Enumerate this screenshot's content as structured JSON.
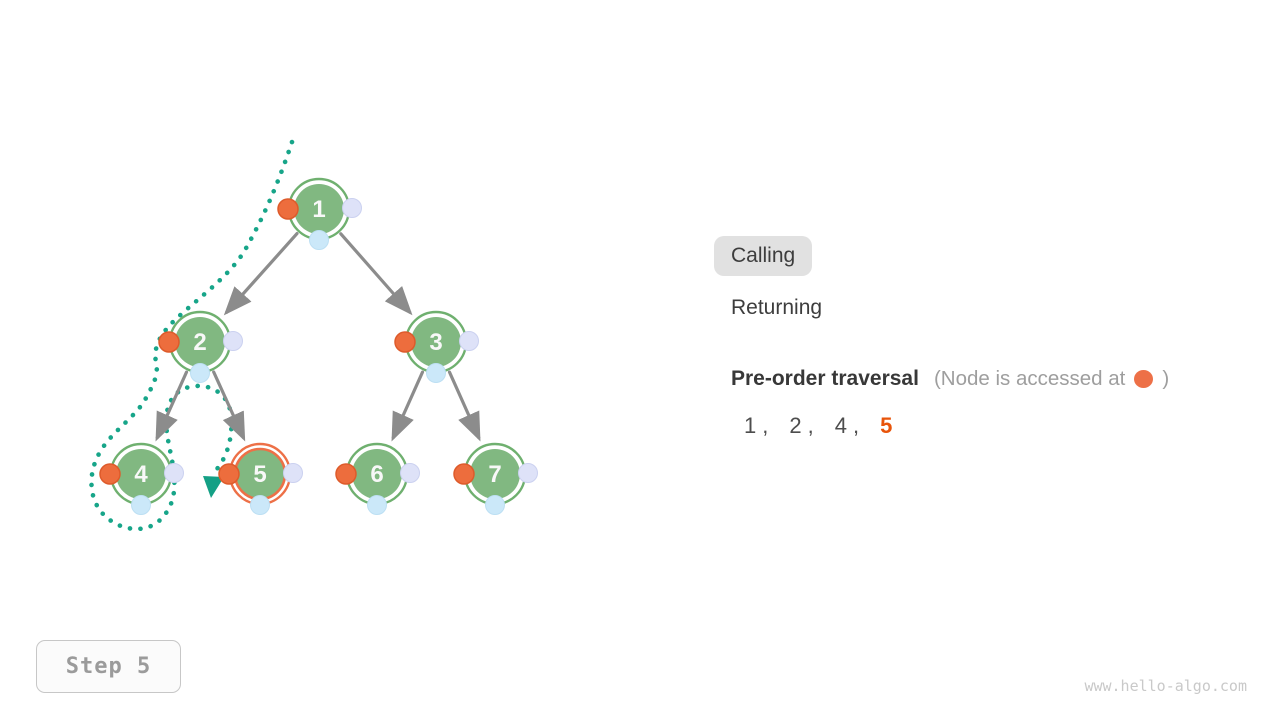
{
  "legend": {
    "calling": "Calling",
    "returning": "Returning",
    "active_mode": "Calling"
  },
  "traversal": {
    "title": "Pre-order traversal",
    "note_open": "(Node is accessed at",
    "note_close": ")",
    "separator": ",",
    "visited": [
      "1",
      "2",
      "4"
    ],
    "current": "5"
  },
  "tree": {
    "active_node": "5",
    "nodes": [
      {
        "label": "1"
      },
      {
        "label": "2"
      },
      {
        "label": "3"
      },
      {
        "label": "4"
      },
      {
        "label": "5"
      },
      {
        "label": "6"
      },
      {
        "label": "7"
      }
    ],
    "edges": [
      "1→2",
      "1→3",
      "2→4",
      "2→5",
      "3→6",
      "3→7"
    ]
  },
  "step": {
    "label": "Step 5"
  },
  "footer": {
    "site": "www.hello-algo.com"
  },
  "colors": {
    "node_green": "#81B881",
    "ring_green": "#6FB06F",
    "active_orange": "#ED7047",
    "preorder_dot_orange": "#ED6D3D",
    "postorder_dot_lavender": "#DEE2F8",
    "inorder_dot_blue": "#CBE8F9",
    "edge_gray": "#8C8C8C",
    "path_teal": "#17A589",
    "current_orange": "#E8540A"
  }
}
